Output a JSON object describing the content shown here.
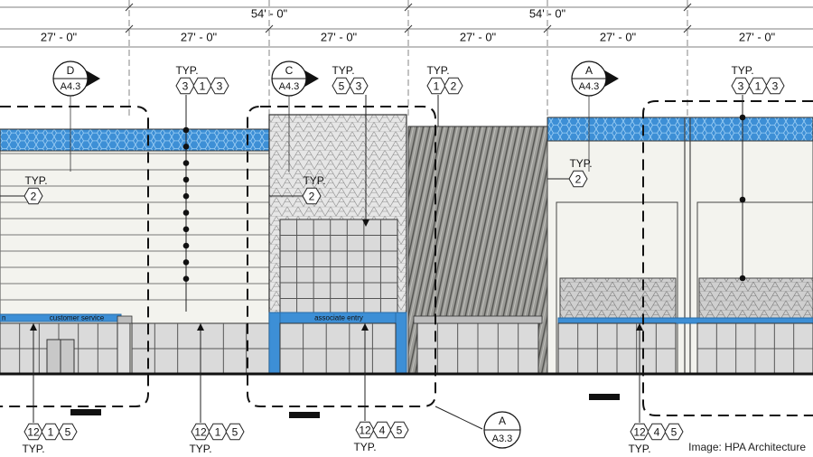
{
  "dimensions": {
    "overall": [
      "54' - 0\"",
      "54' - 0\""
    ],
    "bays": [
      "27' - 0\"",
      "27' - 0\"",
      "27' - 0\"",
      "27' - 0\"",
      "27' - 0\"",
      "27' - 0\""
    ]
  },
  "section_markers": [
    {
      "letter": "D",
      "sheet": "A4.3"
    },
    {
      "letter": "C",
      "sheet": "A4.3"
    },
    {
      "letter": "A",
      "sheet": "A4.3"
    }
  ],
  "detail_callout": {
    "letter": "A",
    "sheet": "A3.3"
  },
  "typ_label": "TYP.",
  "top_tags": [
    {
      "values": [
        "3",
        "1",
        "3"
      ]
    },
    {
      "values": [
        "5",
        "3"
      ]
    },
    {
      "values": [
        "1",
        "2"
      ]
    },
    {
      "values": [
        "3",
        "1",
        "3"
      ]
    }
  ],
  "wall_tags": [
    {
      "values": [
        "2"
      ]
    },
    {
      "values": [
        "2"
      ]
    },
    {
      "values": [
        "2"
      ]
    }
  ],
  "bottom_tags": [
    {
      "values": [
        "12",
        "1",
        "5"
      ]
    },
    {
      "values": [
        "12",
        "1",
        "5"
      ]
    },
    {
      "values": [
        "12",
        "4",
        "5"
      ]
    },
    {
      "values": [
        "12",
        "4",
        "5"
      ]
    }
  ],
  "signage": {
    "customer_service": "customer service",
    "associate_entry": "associate entry",
    "partial_left": "n"
  },
  "credit": "Image: HPA Architecture",
  "colors": {
    "accent_blue": "#3d8fd6",
    "blue_light": "#6db0e6",
    "panel": "#f2f2ec",
    "rib": "#8a8a86",
    "glass": "#d8d8d8",
    "outline": "#222222"
  }
}
